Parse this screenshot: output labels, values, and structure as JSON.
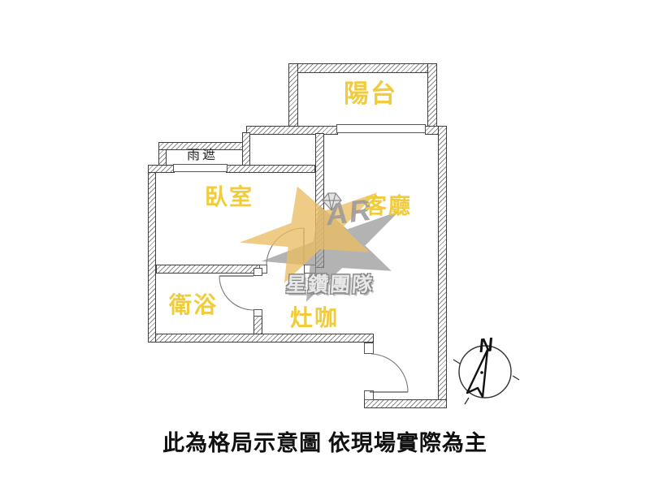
{
  "floor_plan": {
    "rooms": {
      "balcony": {
        "label": "陽台"
      },
      "living_room": {
        "label": "客廳"
      },
      "bedroom": {
        "label": "臥室"
      },
      "bathroom": {
        "label": "衛浴"
      },
      "kitchen": {
        "label": "灶咖"
      },
      "rain_canopy": {
        "label": "雨遮"
      }
    },
    "compass": {
      "north_label": "N"
    },
    "caption": "此為格局示意圖 依現場實際為主"
  },
  "watermark": {
    "brand_letters": "AR",
    "team_name": "星鑽團隊"
  },
  "colors": {
    "label_yellow": "#F0CC3C",
    "watermark_gold": "#E9BE63",
    "watermark_gray": "#979797",
    "wall_line": "#3f3f3f",
    "caption_black": "#111111"
  }
}
